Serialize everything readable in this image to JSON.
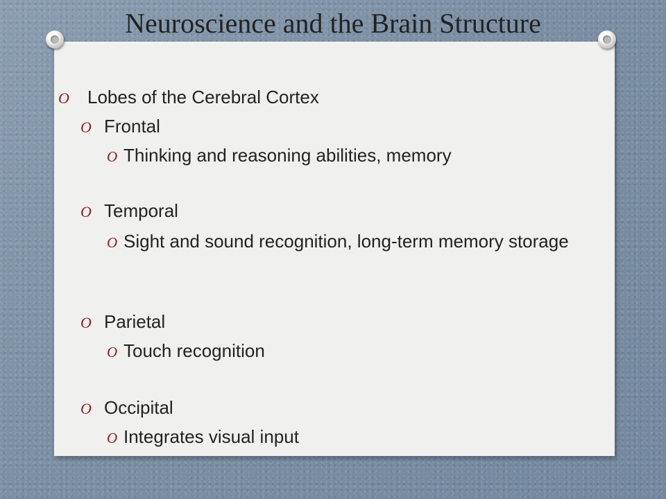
{
  "slide": {
    "title": "Neuroscience and the Brain Structure",
    "bullet_marker": "O",
    "items": [
      {
        "level": 1,
        "text": "Lobes of the Cerebral Cortex"
      },
      {
        "level": 2,
        "text": "Frontal"
      },
      {
        "level": 3,
        "text": "Thinking and reasoning abilities, memory"
      },
      {
        "level": 2,
        "text": "Temporal"
      },
      {
        "level": 3,
        "text": "Sight and sound recognition, long-term memory storage"
      },
      {
        "level": 2,
        "text": "Parietal"
      },
      {
        "level": 3,
        "text": "Touch recognition"
      },
      {
        "level": 2,
        "text": "Occipital"
      },
      {
        "level": 3,
        "text": "Integrates visual input"
      }
    ]
  },
  "colors": {
    "bullet": "#8b1c1c",
    "text": "#222222",
    "card": "#f0f0ef",
    "background": "#7f93a8"
  }
}
